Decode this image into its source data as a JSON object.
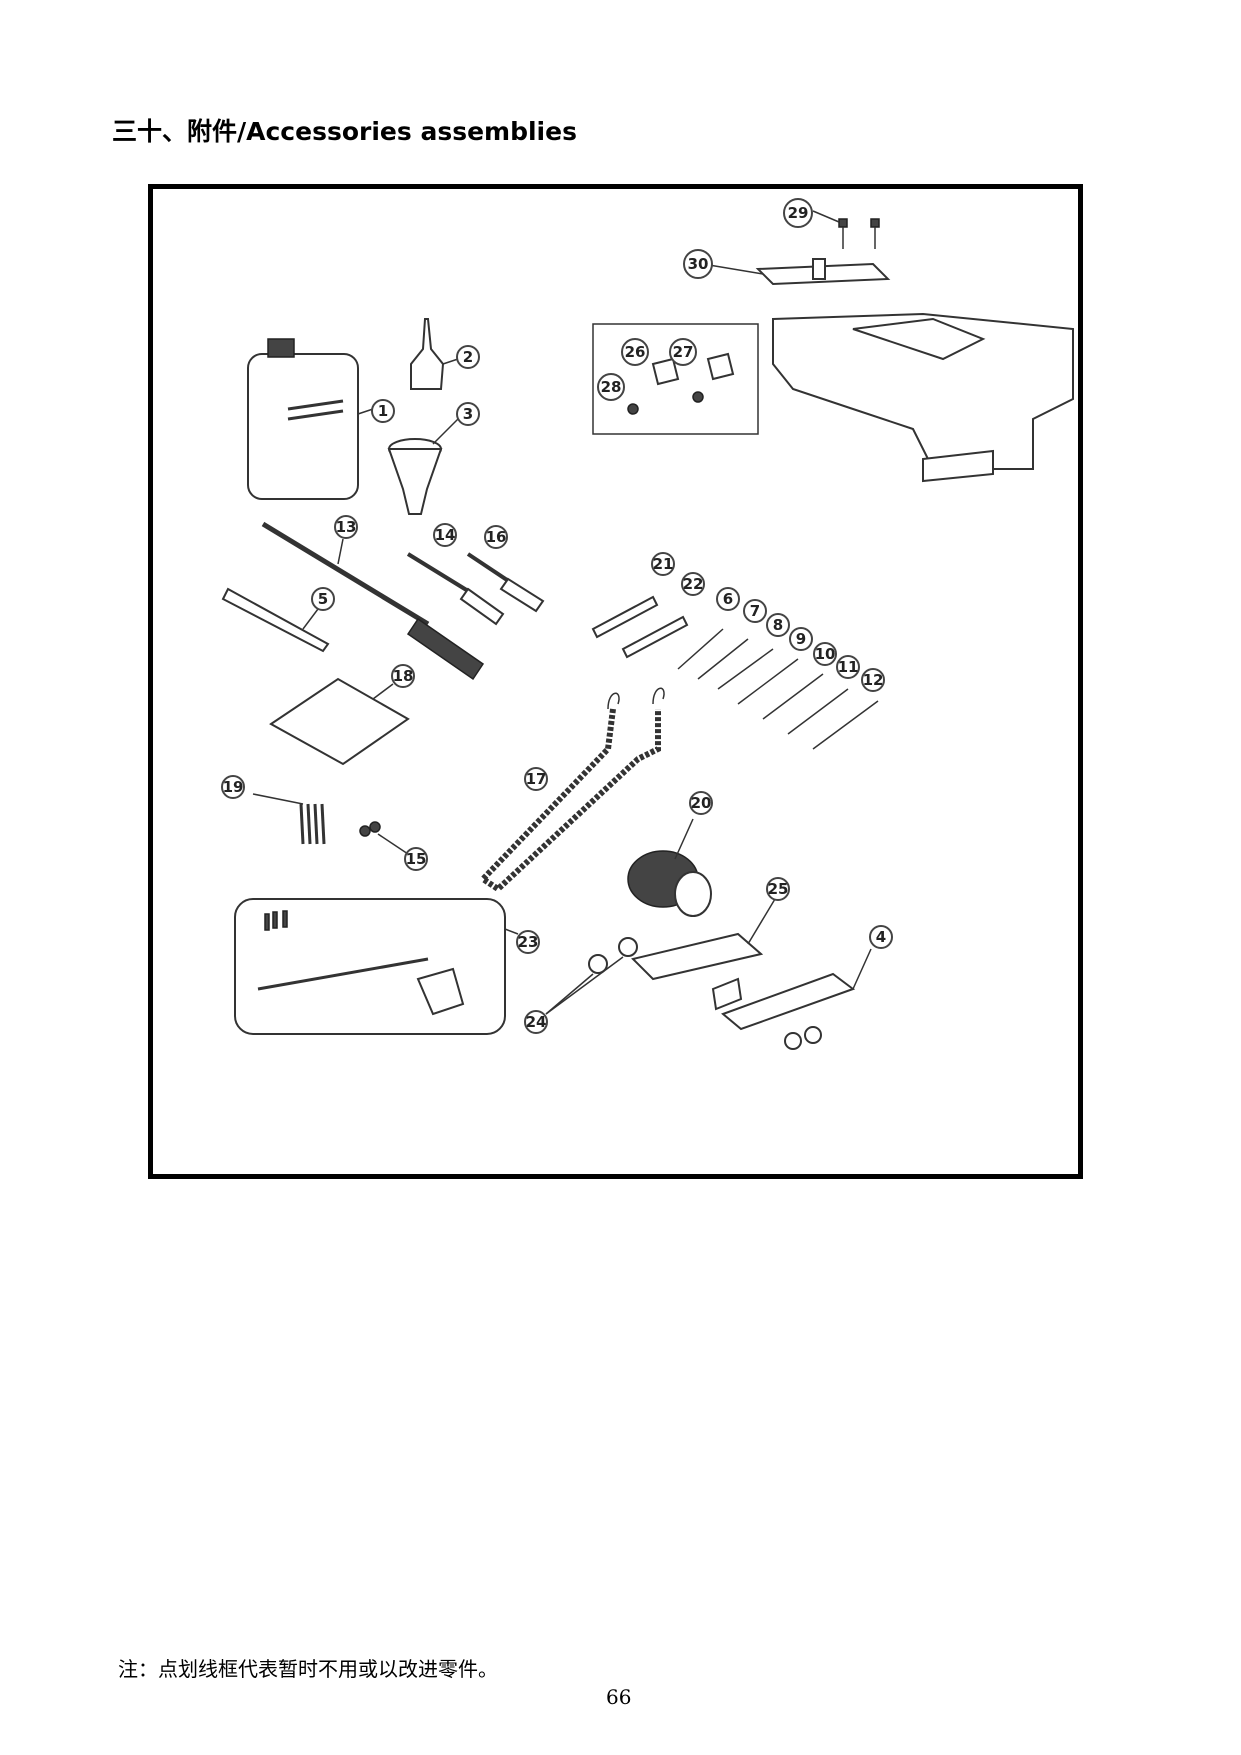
{
  "document": {
    "section_title": "三十、附件/Accessories assemblies",
    "note": "注：点划线框代表暂时不用或以改进零件。",
    "page_number": "66"
  },
  "figure": {
    "callouts": [
      "1",
      "2",
      "3",
      "4",
      "5",
      "6",
      "7",
      "8",
      "9",
      "10",
      "11",
      "12",
      "13",
      "14",
      "15",
      "16",
      "17",
      "18",
      "19",
      "20",
      "21",
      "22",
      "23",
      "24",
      "25",
      "26",
      "27",
      "28",
      "29",
      "30"
    ]
  }
}
